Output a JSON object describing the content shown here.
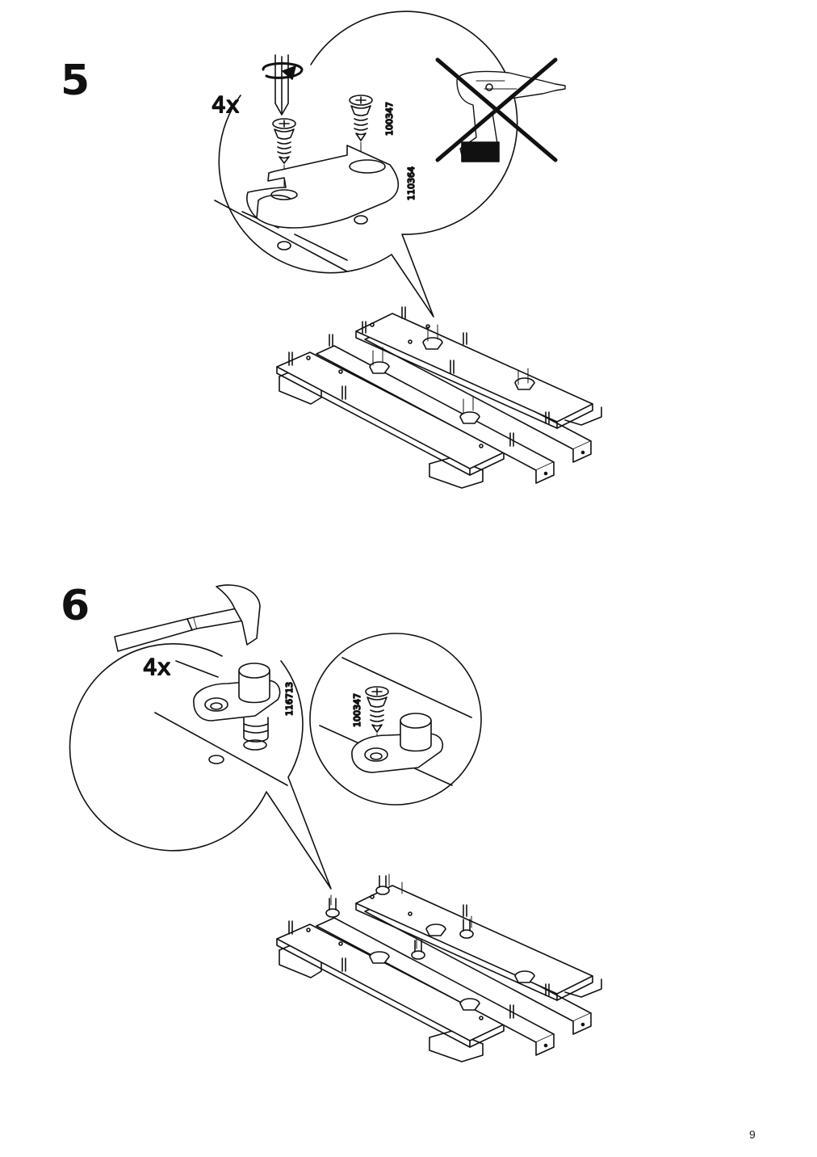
{
  "steps": [
    {
      "number": "5",
      "quantity": "4x",
      "part_codes": [
        "100347",
        "110364"
      ],
      "tool": "screwdriver-icon",
      "prohibited_tool": "power-drill-icon"
    },
    {
      "number": "6",
      "quantity": "4x",
      "part_codes": [
        "116713",
        "100347"
      ],
      "tool": "hammer-icon"
    }
  ],
  "page_number": "9"
}
